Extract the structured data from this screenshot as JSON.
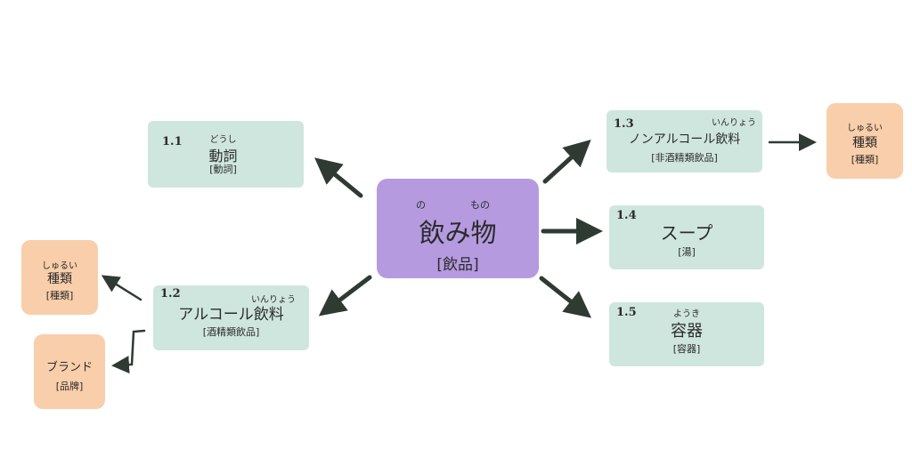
{
  "center": {
    "ruby_left": "の",
    "ruby_right": "もの",
    "title": "飲み物",
    "sub": "[飲品]"
  },
  "nodes": {
    "n11": {
      "num": "1.1",
      "ruby": "どうし",
      "title": "動詞",
      "sub": "[動詞]"
    },
    "n12": {
      "num": "1.2",
      "ruby": "いんりょう",
      "title": "アルコール飲料",
      "sub": "[酒精類飲品]"
    },
    "n13": {
      "num": "1.3",
      "ruby": "いんりょう",
      "title": "ノンアルコール飲料",
      "sub": "[非酒精類飲品]"
    },
    "n14": {
      "num": "1.4",
      "title": "スープ",
      "sub": "[湯]"
    },
    "n15": {
      "num": "1.5",
      "ruby": "ようき",
      "title": "容器",
      "sub": "[容器]"
    }
  },
  "leaves": {
    "kind_right": {
      "ruby": "しゅるい",
      "title": "種類",
      "sub": "[種類]"
    },
    "kind_left": {
      "ruby": "しゅるい",
      "title": "種類",
      "sub": "[種類]"
    },
    "brand": {
      "title": "ブランド",
      "sub": "[品牌]"
    }
  },
  "colors": {
    "green": "#cfe6de",
    "orange": "#f9ceaa",
    "purple": "#b69ae0",
    "arrow": "#2f3a33"
  }
}
